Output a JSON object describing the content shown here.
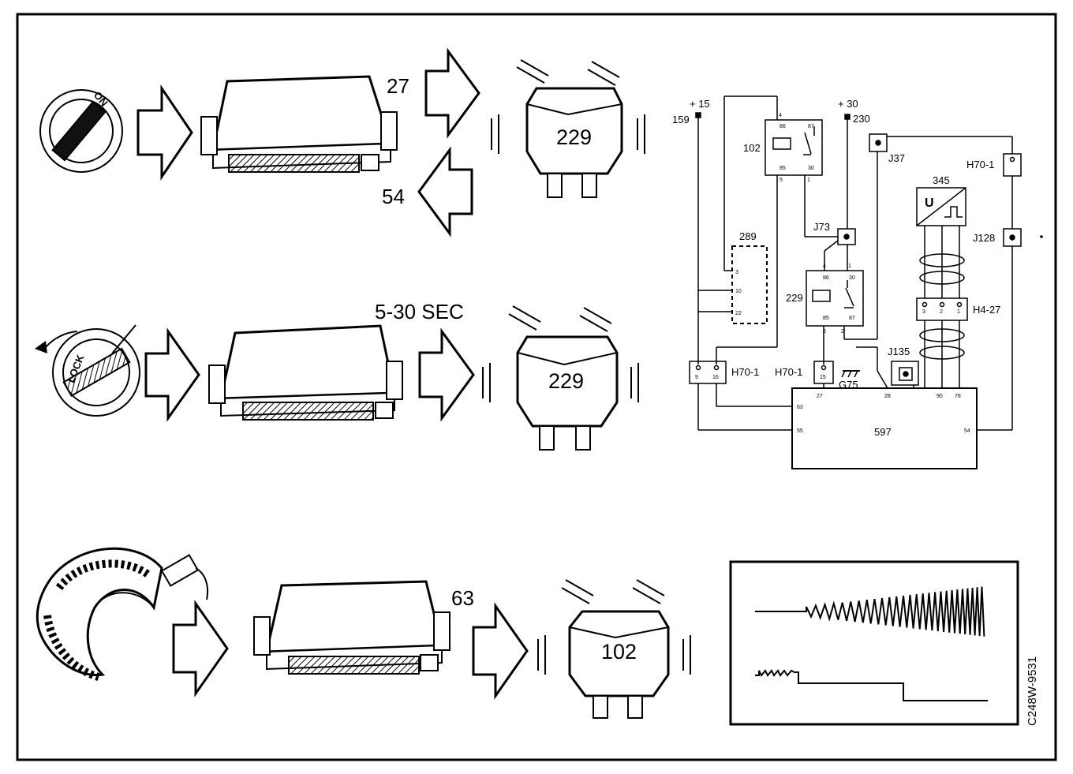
{
  "row1": {
    "key_label": "ON",
    "ecu_out_pin": "27",
    "ecu_in_pin": "54",
    "relay_number": "229"
  },
  "row2": {
    "key_label": "LOCK",
    "delay_label": "5-30 SEC",
    "relay_number": "229"
  },
  "row3": {
    "ecu_out_pin": "63",
    "relay_number": "102"
  },
  "schematic": {
    "supply_15": "+ 15",
    "fuse_159": "159",
    "supply_30": "+ 30",
    "fuse_230": "230",
    "relay_102": "102",
    "relay_102_pins": {
      "p4": "4",
      "p86": "86",
      "p87": "87",
      "p30": "30",
      "p85": "85",
      "p5": "5",
      "p1": "1"
    },
    "connector_j37": "J37",
    "connector_h70_top": "H70-1",
    "module_345": "345",
    "module_345_symbol": "U",
    "connector_j128": "J128",
    "connector_j73": "J73",
    "module_289": "289",
    "module_289_pins": {
      "p3": "3",
      "p10": "10",
      "p22": "22"
    },
    "relay_229": "229",
    "relay_229_pins": {
      "p4": "4",
      "p1": "1",
      "p86": "86",
      "p30": "30",
      "p85": "85",
      "p87": "87",
      "p6": "6",
      "p2": "2"
    },
    "connector_h4_27": "H4-27",
    "connector_h4_pins": {
      "p3": "3",
      "p2": "2",
      "p1": "1"
    },
    "connector_j135": "J135",
    "connector_h70_left": "H70-1",
    "h70_left_pins": {
      "p9": "9",
      "p16": "16"
    },
    "connector_h70_mid": "H70-1",
    "h70_mid_pin": "15",
    "ground_g75": "G75",
    "ecu_597": "597",
    "ecu_pins": {
      "p27": "27",
      "p28": "28",
      "p90": "90",
      "p78": "78",
      "p63": "63",
      "p55": "55",
      "p54": "54"
    }
  },
  "figure_id": "C248W-9531"
}
